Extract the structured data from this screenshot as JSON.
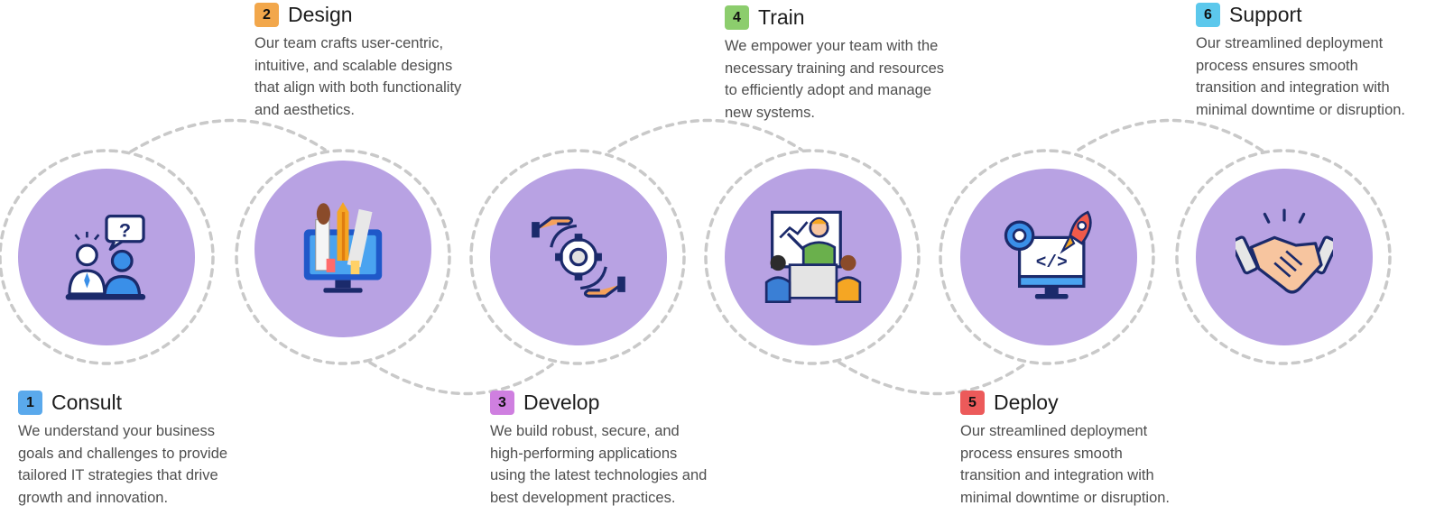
{
  "steps": [
    {
      "number": "1",
      "title": "Consult",
      "badge_color": "#5aa9ec",
      "icon": "consultation-icon",
      "description": "We understand your business goals and challenges to provide tailored IT strategies that drive growth and innovation."
    },
    {
      "number": "2",
      "title": "Design",
      "badge_color": "#f2a74b",
      "icon": "design-monitor-icon",
      "description": "Our team crafts user-centric, intuitive, and scalable designs that align with both functionality and aesthetics."
    },
    {
      "number": "3",
      "title": "Develop",
      "badge_color": "#cf7fe0",
      "icon": "development-gear-icon",
      "description": "We build robust, secure, and high-performing applications using the latest technologies and best development practices."
    },
    {
      "number": "4",
      "title": "Train",
      "badge_color": "#8ccd6d",
      "icon": "training-presentation-icon",
      "description": "We empower your team with the necessary training and resources to efficiently adopt and manage new systems."
    },
    {
      "number": "5",
      "title": "Deploy",
      "badge_color": "#ec5a5a",
      "icon": "deploy-rocket-icon",
      "description": "Our streamlined deployment process ensures smooth transition and integration with minimal downtime or disruption."
    },
    {
      "number": "6",
      "title": "Support",
      "badge_color": "#5cc8ec",
      "icon": "support-handshake-icon",
      "description": "Our streamlined deployment process ensures smooth transition and integration with minimal downtime or disruption."
    }
  ],
  "colors": {
    "circle": "#b8a2e3",
    "connector": "#c9c9c9"
  }
}
